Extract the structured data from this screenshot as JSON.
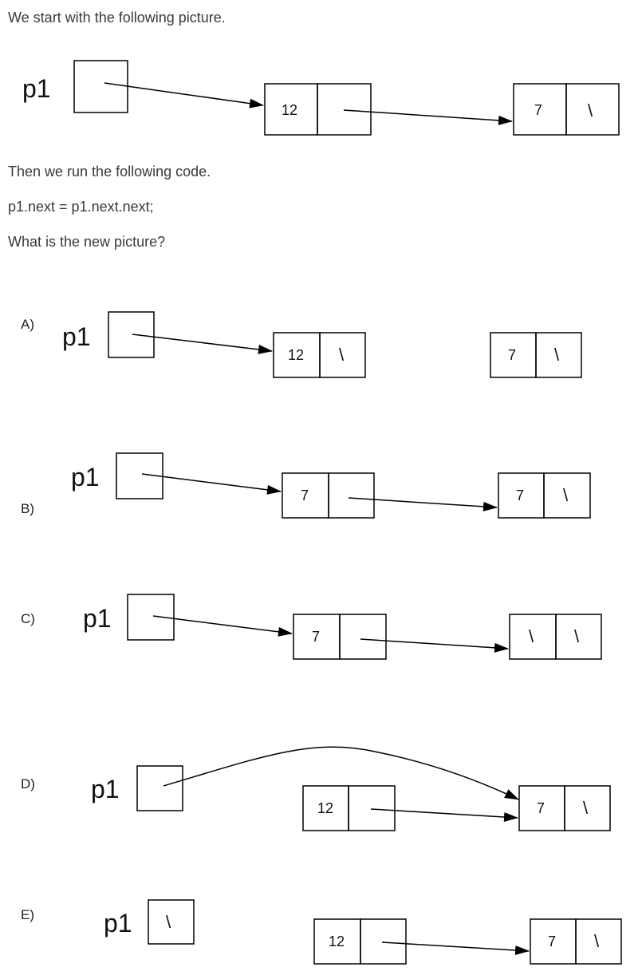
{
  "intro": "We start with the following picture.",
  "then_text": "Then we run the following code.",
  "code": "p1.next = p1.next.next;",
  "question": "What is the new picture?",
  "pointer_label": "p1",
  "null_symbol": "\\",
  "initial": {
    "node1_value": "12",
    "node2_value": "7"
  },
  "options": [
    {
      "label": "A)",
      "node1_value": "12",
      "node2_value": "7"
    },
    {
      "label": "B)",
      "node1_value": "7",
      "node2_value": "7"
    },
    {
      "label": "C)",
      "node1_value": "7"
    },
    {
      "label": "D)",
      "node1_value": "12",
      "node2_value": "7"
    },
    {
      "label": "E)",
      "node1_value": "12",
      "node2_value": "7"
    }
  ]
}
